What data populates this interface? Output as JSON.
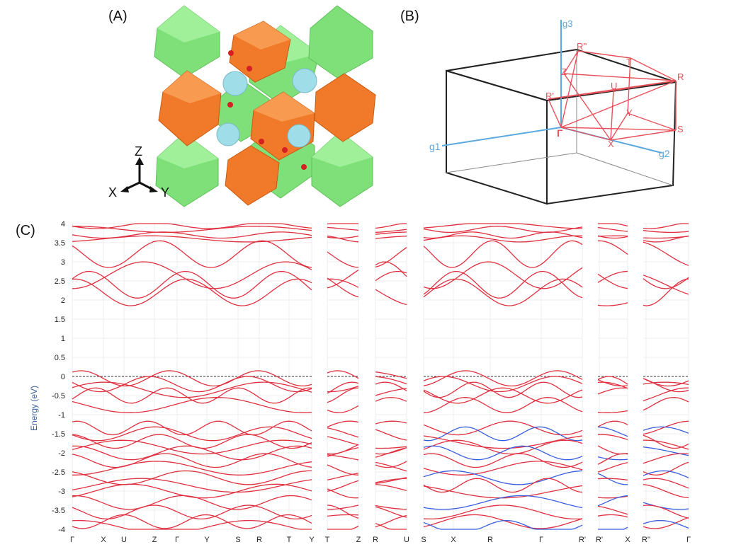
{
  "panels": {
    "a": {
      "label": "(A)"
    },
    "b": {
      "label": "(B)"
    },
    "c": {
      "label": "(C)"
    }
  },
  "crystal": {
    "axes": {
      "z": "Z",
      "x": "X",
      "y": "Y"
    },
    "colors": {
      "octahedron_green": "#7fe07a",
      "octahedron_orange": "#f07a2a",
      "cation": "#9fdde8",
      "anion": "#d42020"
    }
  },
  "brillouin": {
    "axis_labels": {
      "g1": "g1",
      "g2": "g2",
      "g3": "g3"
    },
    "point_labels": {
      "r_double": "R''",
      "z": "Z",
      "t": "T",
      "r": "R",
      "r_prime": "R'",
      "u": "U",
      "y": "Y",
      "gamma": "Γ",
      "s": "S",
      "x": "X"
    },
    "colors": {
      "path": "#e8505a",
      "axis": "#5aa8e0",
      "box": "#222222"
    }
  },
  "chart_data": {
    "type": "line",
    "ylabel": "Energy (eV)",
    "ylim": [
      -4,
      4
    ],
    "yticks": [
      4,
      3.5,
      3,
      2.5,
      2,
      1.5,
      1,
      0.5,
      0,
      -0.5,
      -1,
      -1.5,
      -2,
      -2.5,
      -3,
      -3.5,
      -4
    ],
    "ytick_labels": [
      "4",
      "3.5",
      "3",
      "2.5",
      "2",
      "1.5",
      "1",
      "0.5",
      "0",
      "-0.5",
      "-1",
      "-1.5",
      "-2",
      "-2.5",
      "-3",
      "-3.5",
      "-4"
    ],
    "xtick_labels": [
      "Γ",
      "X",
      "U",
      "Z",
      "Γ",
      "Y",
      "S",
      "R",
      "T",
      "Y",
      "T",
      "Z",
      "R",
      "U",
      "S",
      "X",
      "R",
      "Γ",
      "R'",
      "R'",
      "X",
      "R''",
      "Γ"
    ],
    "grid": true,
    "fermi_level": 0,
    "segments": [
      {
        "path": [
          "Γ",
          "X",
          "U",
          "Z",
          "Γ",
          "Y",
          "S",
          "R",
          "T",
          "Y"
        ]
      },
      {
        "path": [
          "T",
          "Z"
        ]
      },
      {
        "path": [
          "R",
          "U"
        ]
      },
      {
        "path": [
          "S",
          "X",
          "R",
          "Γ",
          "R'"
        ]
      },
      {
        "path": [
          "R'",
          "X"
        ]
      },
      {
        "path": [
          "R''",
          "Γ"
        ]
      }
    ],
    "band_edges": {
      "conduction_min_eV": 2.15,
      "valence_max_eV": 0.0
    },
    "series": [
      {
        "name": "",
        "color": "#e03040",
        "values": []
      },
      {
        "name": "",
        "color": "#3a5ee0",
        "values": []
      }
    ]
  }
}
